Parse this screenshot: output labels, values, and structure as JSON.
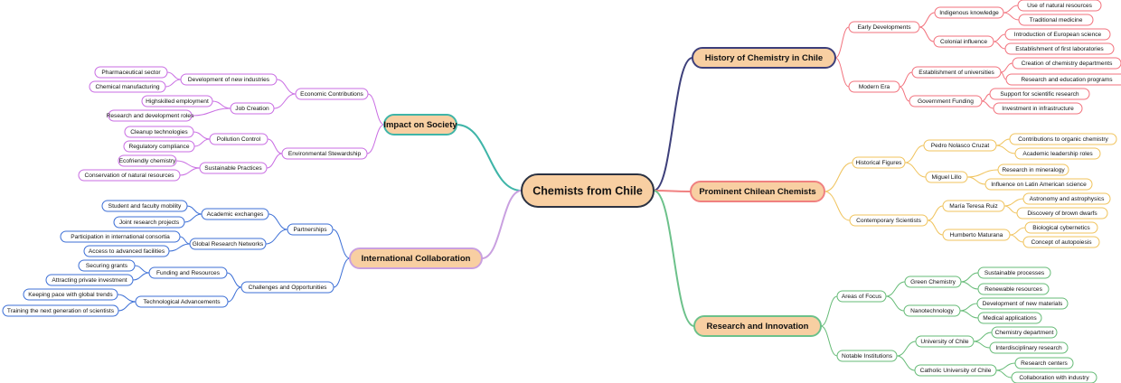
{
  "palette": {
    "root_fill": "#f8cfa2",
    "root_stroke": "#2b3242",
    "main_fill": "#f8cfa2",
    "text": "#111111",
    "history": "#3d3f7a",
    "figures": "#f08080",
    "research": "#6cc18a",
    "society": "#3fb5a8",
    "international": "#c9a0e0",
    "sub_red": "#f2727d",
    "sub_gold": "#f0c35c",
    "sub_green": "#66bb77",
    "sub_violet": "#c96de3",
    "sub_blue": "#3c6fd6"
  },
  "root": {
    "label": "Chemists from Chile"
  },
  "branches": [
    {
      "key": "history",
      "label": "History of Chemistry in Chile",
      "children": [
        {
          "label": "Early Developments",
          "children": [
            {
              "label": "Indigenous knowledge",
              "children": [
                {
                  "label": "Use of natural resources"
                },
                {
                  "label": "Traditional medicine"
                }
              ]
            },
            {
              "label": "Colonial influence",
              "children": [
                {
                  "label": "Introduction of European science"
                },
                {
                  "label": "Establishment of first laboratories"
                }
              ]
            }
          ]
        },
        {
          "label": "Modern Era",
          "children": [
            {
              "label": "Establishment of universities",
              "children": [
                {
                  "label": "Creation of chemistry departments"
                },
                {
                  "label": "Research and education programs"
                }
              ]
            },
            {
              "label": "Government Funding",
              "children": [
                {
                  "label": "Support for scientific research"
                },
                {
                  "label": "Investment in infrastructure"
                }
              ]
            }
          ]
        }
      ]
    },
    {
      "key": "figures",
      "label": "Prominent Chilean Chemists",
      "children": [
        {
          "label": "Historical Figures",
          "children": [
            {
              "label": "Pedro Nolasco Cruzat",
              "children": [
                {
                  "label": "Contributions to organic chemistry"
                },
                {
                  "label": "Academic leadership roles"
                }
              ]
            },
            {
              "label": "Miguel Lillo",
              "children": [
                {
                  "label": "Research in mineralogy"
                },
                {
                  "label": "Influence on Latin American science"
                }
              ]
            }
          ]
        },
        {
          "label": "Contemporary Scientists",
          "children": [
            {
              "label": "María Teresa Ruiz",
              "children": [
                {
                  "label": "Astronomy and astrophysics"
                },
                {
                  "label": "Discovery of brown dwarfs"
                }
              ]
            },
            {
              "label": "Humberto Maturana",
              "children": [
                {
                  "label": "Biological cybernetics"
                },
                {
                  "label": "Concept of autopoiesis"
                }
              ]
            }
          ]
        }
      ]
    },
    {
      "key": "research",
      "label": "Research and Innovation",
      "children": [
        {
          "label": "Areas of Focus",
          "children": [
            {
              "label": "Green Chemistry",
              "children": [
                {
                  "label": "Sustainable processes"
                },
                {
                  "label": "Renewable resources"
                }
              ]
            },
            {
              "label": "Nanotechnology",
              "children": [
                {
                  "label": "Development of new materials"
                },
                {
                  "label": "Medical applications"
                }
              ]
            }
          ]
        },
        {
          "label": "Notable Institutions",
          "children": [
            {
              "label": "University of Chile",
              "children": [
                {
                  "label": "Chemistry department"
                },
                {
                  "label": "Interdisciplinary research"
                }
              ]
            },
            {
              "label": "Catholic University of Chile",
              "children": [
                {
                  "label": "Research centers"
                },
                {
                  "label": "Collaboration with industry"
                }
              ]
            }
          ]
        }
      ]
    },
    {
      "key": "society",
      "label": "Impact on Society",
      "children": [
        {
          "label": "Economic Contributions",
          "children": [
            {
              "label": "Development of new industries",
              "children": [
                {
                  "label": "Pharmaceutical sector"
                },
                {
                  "label": "Chemical manufacturing"
                }
              ]
            },
            {
              "label": "Job Creation",
              "children": [
                {
                  "label": "Highskilled employment"
                },
                {
                  "label": "Research and development roles"
                }
              ]
            }
          ]
        },
        {
          "label": "Environmental Stewardship",
          "children": [
            {
              "label": "Pollution Control",
              "children": [
                {
                  "label": "Cleanup technologies"
                },
                {
                  "label": "Regulatory compliance"
                }
              ]
            },
            {
              "label": "Sustainable Practices",
              "children": [
                {
                  "label": "Ecofriendly chemistry"
                },
                {
                  "label": "Conservation of natural resources"
                }
              ]
            }
          ]
        }
      ]
    },
    {
      "key": "international",
      "label": "International Collaboration",
      "children": [
        {
          "label": "Partnerships",
          "children": [
            {
              "label": "Academic exchanges",
              "children": [
                {
                  "label": "Student and faculty mobility"
                },
                {
                  "label": "Joint research projects"
                }
              ]
            },
            {
              "label": "Global Research Networks",
              "children": [
                {
                  "label": "Participation in international consortia"
                },
                {
                  "label": "Access to advanced facilities"
                }
              ]
            }
          ]
        },
        {
          "label": "Challenges and Opportunities",
          "children": [
            {
              "label": "Funding and Resources",
              "children": [
                {
                  "label": "Securing grants"
                },
                {
                  "label": "Attracting private investment"
                }
              ]
            },
            {
              "label": "Technological Advancements",
              "children": [
                {
                  "label": "Keeping pace with global trends"
                },
                {
                  "label": "Training the next generation of scientists"
                }
              ]
            }
          ]
        }
      ]
    }
  ]
}
